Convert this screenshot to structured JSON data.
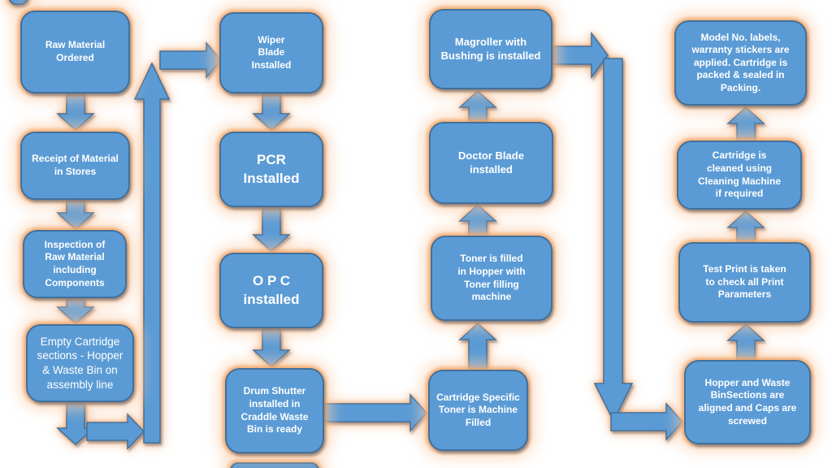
{
  "colors": {
    "node_fill": "#5b9bd5",
    "node_border": "#41719c",
    "glow": "#f4a56a",
    "text": "#ffffff",
    "background": "#ffffff"
  },
  "nodes": [
    {
      "id": "raw-material-ordered",
      "label": "Raw Material\nOrdered"
    },
    {
      "id": "receipt-of-material",
      "label": "Receipt of Material\nin  Stores"
    },
    {
      "id": "inspection-raw-material",
      "label": "Inspection of\nRaw  Material\nincluding\nComponents"
    },
    {
      "id": "empty-cartridge-sections",
      "label": "Empty Cartridge\nsections - Hopper\n& Waste Bin on\nassembly line"
    },
    {
      "id": "wiper-blade-installed",
      "label": "Wiper\nBlade\nInstalled"
    },
    {
      "id": "pcr-installed",
      "label": "PCR\nInstalled"
    },
    {
      "id": "opc-installed",
      "label": "O P C\ninstalled"
    },
    {
      "id": "drum-shutter-installed",
      "label": "Drum Shutter\ninstalled in\nCraddle  Waste\nBin is  ready"
    },
    {
      "id": "cartridge-specific-toner",
      "label": "Cartridge Specific\nToner is Machine\nFilled"
    },
    {
      "id": "toner-filled-hopper",
      "label": "Toner is filled\nin  Hopper with\nToner   filling\nmachine"
    },
    {
      "id": "doctor-blade-installed",
      "label": "Doctor Blade\ninstalled"
    },
    {
      "id": "magroller-bushing",
      "label": "Magroller with\nBushing  is installed"
    },
    {
      "id": "hopper-waste-aligned",
      "label": "Hopper and Waste\nBinSections are\naligned  and Caps are\nscrewed"
    },
    {
      "id": "test-print",
      "label": "Test Print is taken\nto  check all Print\nParameters"
    },
    {
      "id": "cartridge-cleaned",
      "label": "Cartridge is\ncleaned  using\nCleaning  Machine\nif required"
    },
    {
      "id": "model-packing",
      "label": "Model No. labels,\nwarranty stickers are\napplied. Cartridge is\npacked & sealed in\nPacking."
    }
  ]
}
